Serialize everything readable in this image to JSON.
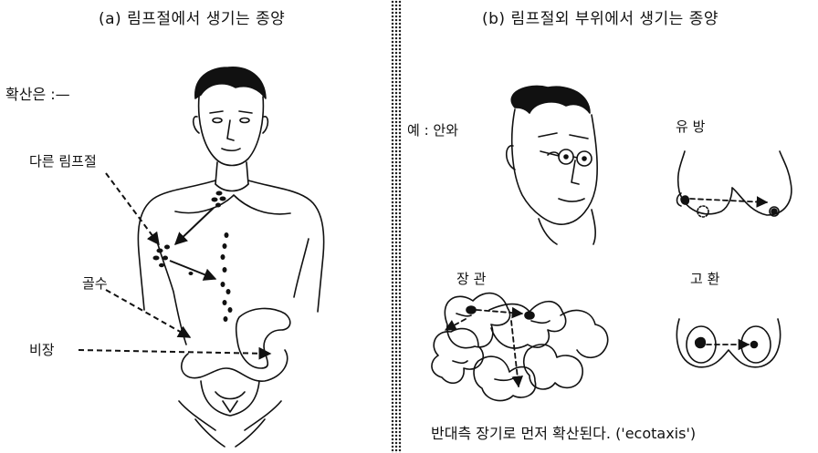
{
  "panel_a": {
    "title": "(a) 림프절에서 생기는 종양",
    "spread_label": "확산은 :—",
    "label_lymph": "다른 림프절",
    "label_bone": "골수",
    "label_spleen": "비장"
  },
  "panel_b": {
    "title": "(b) 림프절외 부위에서 생기는 종양",
    "eye_label": "예 : 안와",
    "breast_label": "유   방",
    "intestine_label": "장   관",
    "testis_label": "고   환",
    "caption": "반대측 장기로 먼저 확산된다. ('ecotaxis')"
  }
}
